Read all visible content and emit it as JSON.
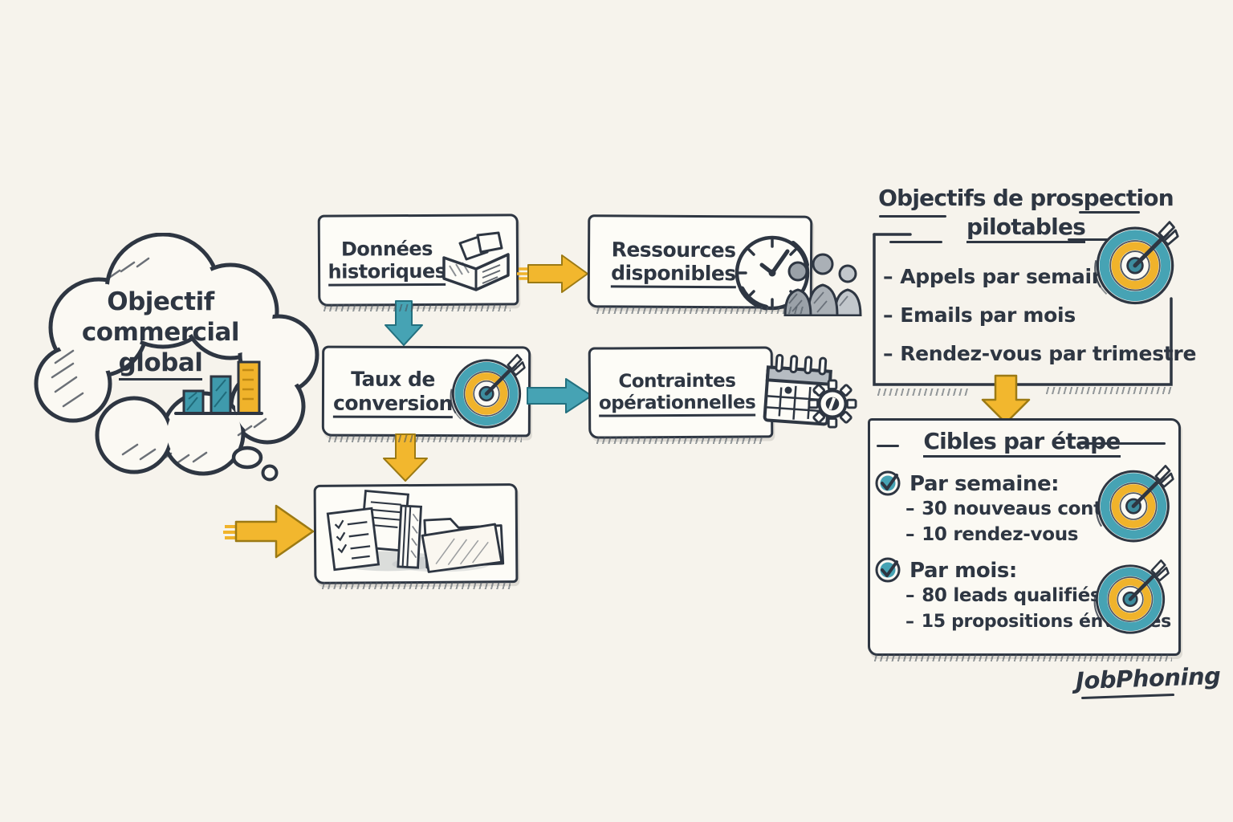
{
  "colors": {
    "background": "#f6f3ec",
    "ink": "#2e3642",
    "accent_yellow": "#f0b32b",
    "accent_teal": "#46a3b4",
    "people_gray": "#9aa1a8"
  },
  "markers": {
    "dash": "–"
  },
  "cloud": {
    "line1": "Objectif",
    "line2": "commercial",
    "line3": "global"
  },
  "flow_boxes": {
    "donnees": {
      "line1": "Données",
      "line2": "historiques"
    },
    "ressources": {
      "line1": "Ressources",
      "line2": "disponibles"
    },
    "taux": {
      "line1": "Taux de",
      "line2": "conversion"
    },
    "contraintes": {
      "line1": "Contraintes",
      "line2": "opérationnelles"
    }
  },
  "panel_objectifs": {
    "title_line1": "Objectifs de prospection",
    "title_line2": "pilotables",
    "items": [
      "Appels par semaine.",
      "Emails par mois",
      "Rendez-vous par trimestre"
    ]
  },
  "panel_cibles": {
    "title": "Cibles par étape",
    "groups": [
      {
        "label": "Par semaine:",
        "items": [
          "30 nouveaus contacts",
          "10 rendez-vous"
        ]
      },
      {
        "label": "Par mois:",
        "items": [
          "80 leads qualifiés",
          "15 propositions énvoyées"
        ]
      }
    ]
  },
  "signature": "JobPhoning"
}
